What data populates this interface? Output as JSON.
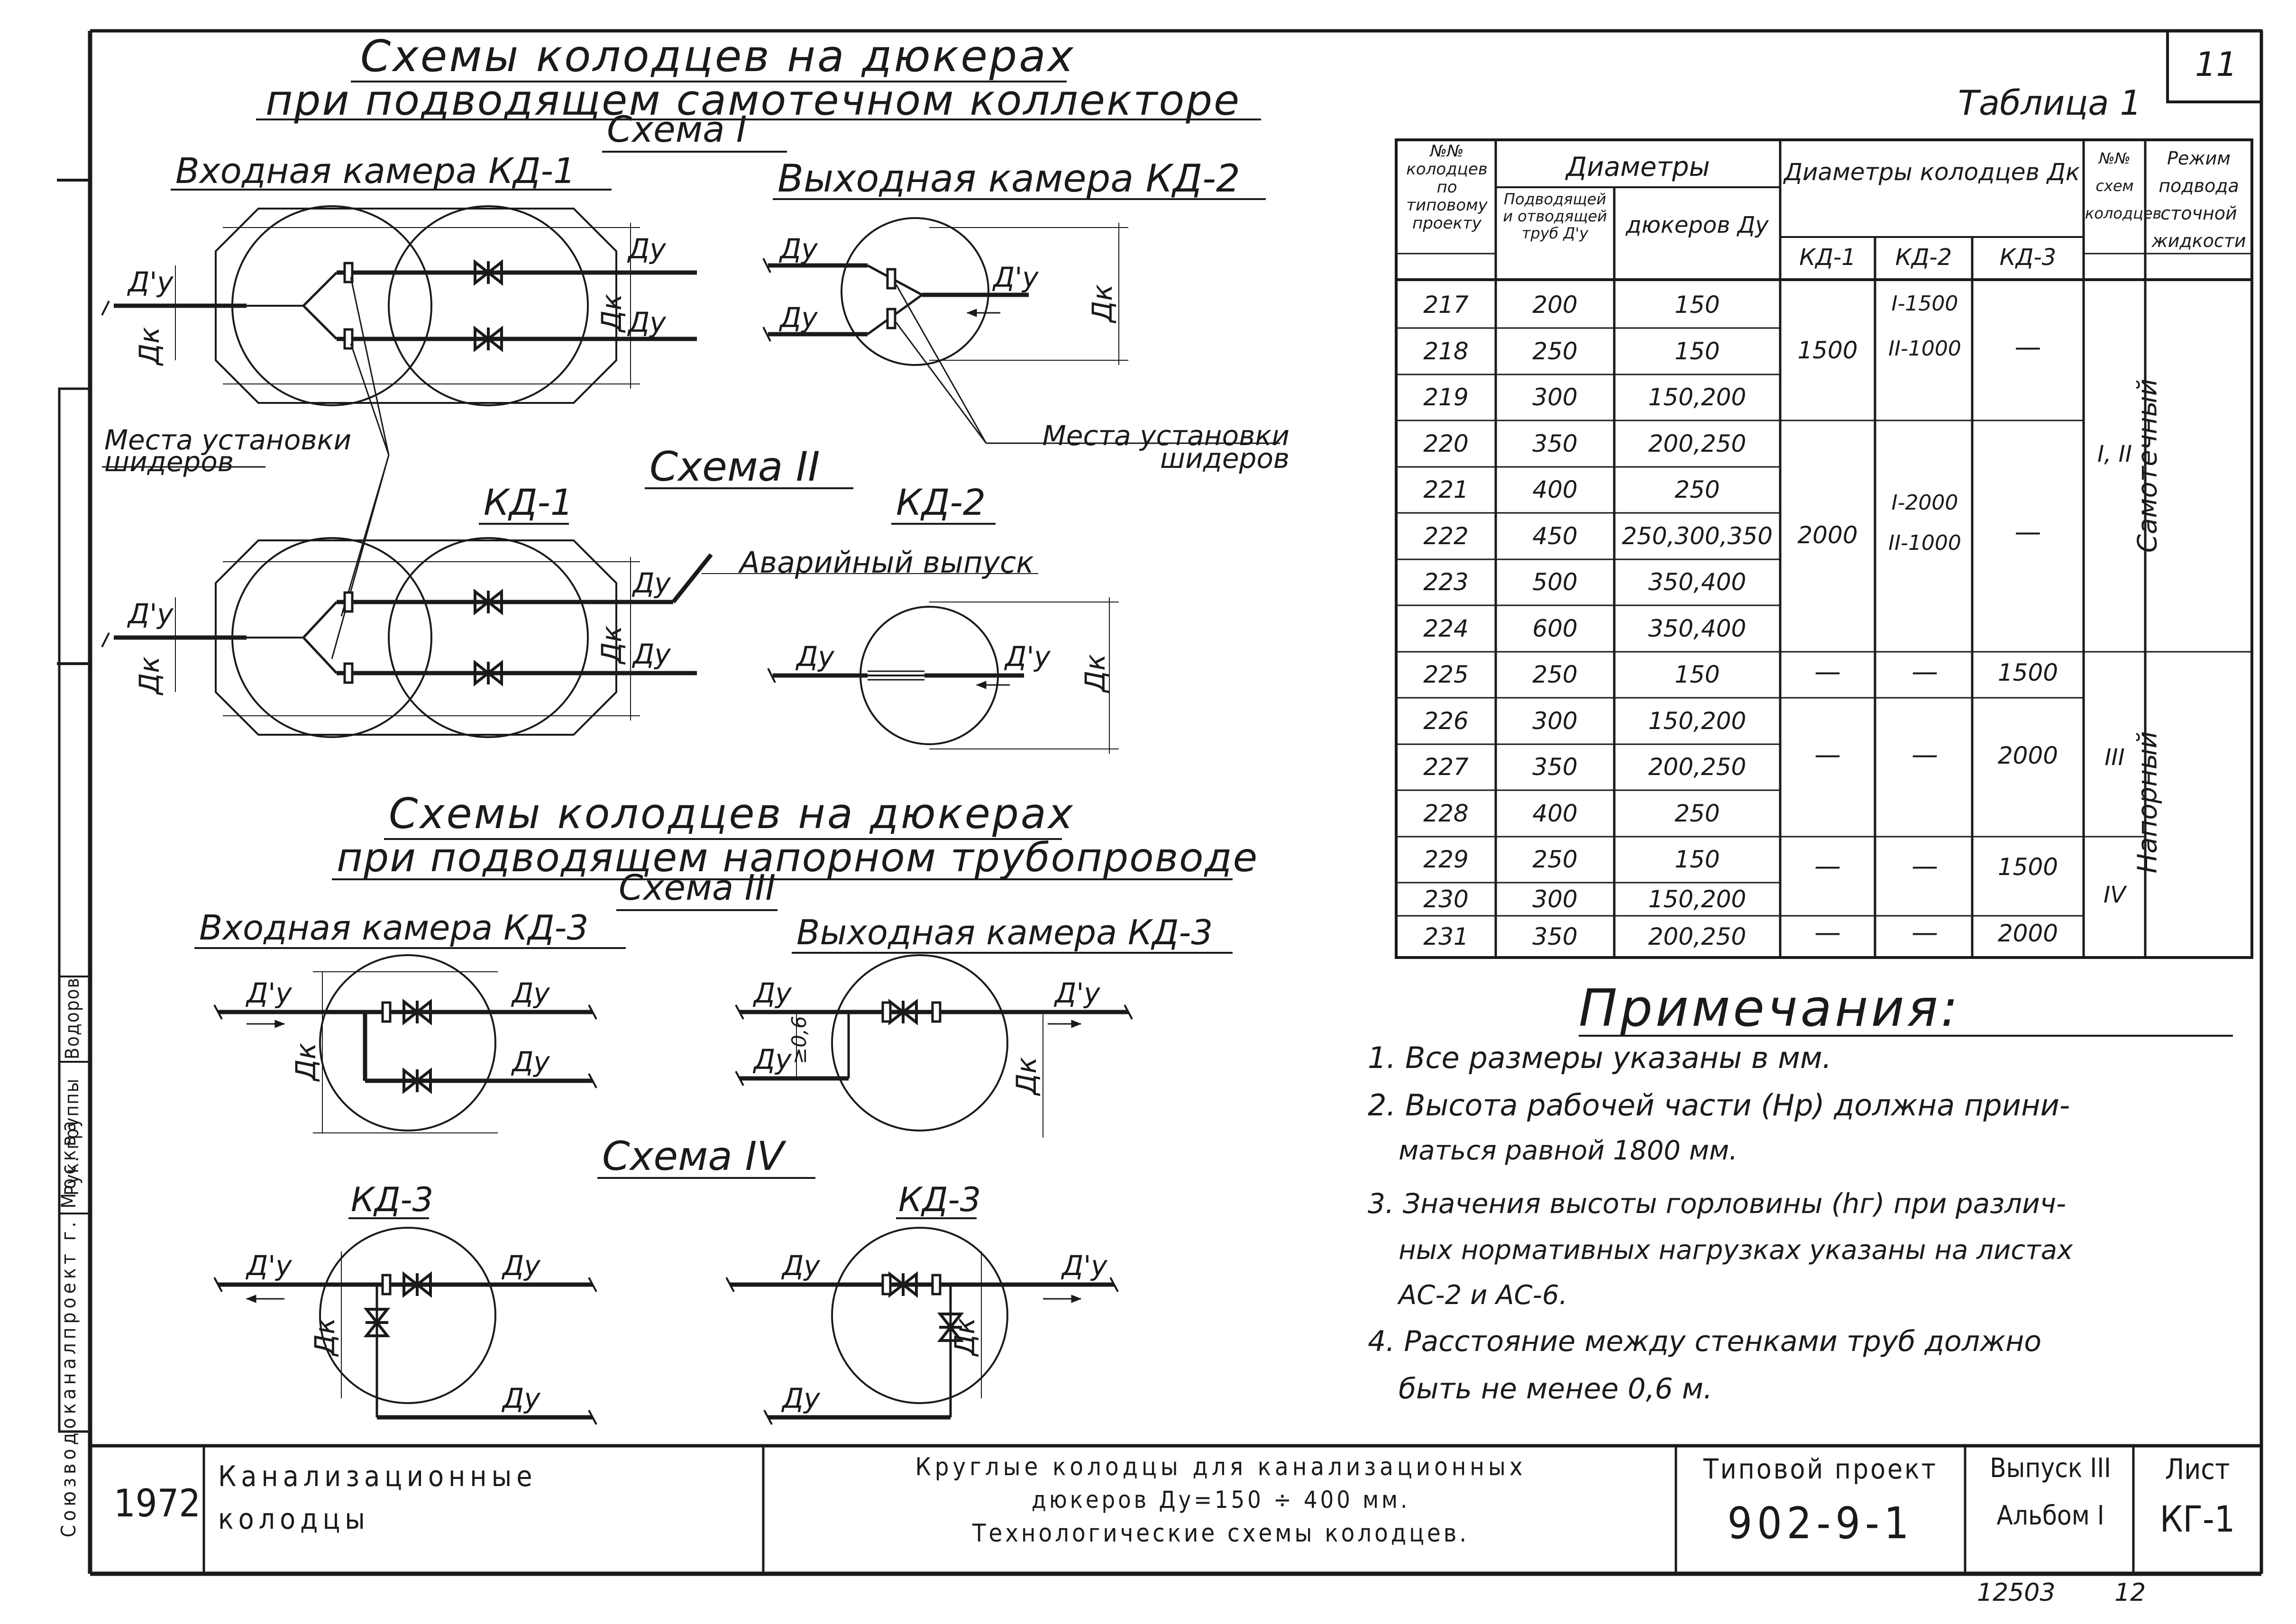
{
  "sheet_number": "11",
  "table_caption": "Таблица 1",
  "schemes": {
    "title1_line1": "Схемы колодцев на дюкерах",
    "title1_line2": "при подводящем самотечном коллекторе",
    "scheme1": "Схема I",
    "inlet_kd1": "Входная камера КД-1",
    "outlet_kd2": "Выходная камера КД-2",
    "gate_places_left": "Места установки шидеров",
    "gate_places_right": "Места установки шидеров",
    "scheme2": "Схема II",
    "kd1": "КД-1",
    "kd2": "КД-2",
    "emergency_outlet": "Аварийный выпуск",
    "title2_line1": "Схемы колодцев на дюкерах",
    "title2_line2": "при подводящем напорном трубопроводе",
    "scheme3": "Схема III",
    "inlet_kd3": "Входная камера КД-3",
    "outlet_kd3": "Выходная камера КД-3",
    "scheme4": "Схема IV",
    "kd3_left": "КД-3",
    "kd3_right": "КД-3",
    "du": "Ду",
    "du_prime": "Д'у",
    "dk": "Дк",
    "dim_06": "≥0,6"
  },
  "table": {
    "headers": {
      "col1": "№№ колодцев по типовому проекту",
      "diameters": "Диаметры",
      "supply": "Подводящей и отводящей труб Д'у",
      "duker": "дюкеров Ду",
      "well_diams": "Диаметры колодцев Дк",
      "kd1": "КД-1",
      "kd2": "КД-2",
      "kd3": "КД-3",
      "schemes": "№№ схем колодцев",
      "regime": "Режим подвода сточной жидкости"
    },
    "rows": [
      {
        "no": "217",
        "dy": "200",
        "du": "150"
      },
      {
        "no": "218",
        "dy": "250",
        "du": "150"
      },
      {
        "no": "219",
        "dy": "300",
        "du": "150,200"
      },
      {
        "no": "220",
        "dy": "350",
        "du": "200,250"
      },
      {
        "no": "221",
        "dy": "400",
        "du": "250"
      },
      {
        "no": "222",
        "dy": "450",
        "du": "250,300,350"
      },
      {
        "no": "223",
        "dy": "500",
        "du": "350,400"
      },
      {
        "no": "224",
        "dy": "600",
        "du": "350,400"
      },
      {
        "no": "225",
        "dy": "250",
        "du": "150"
      },
      {
        "no": "226",
        "dy": "300",
        "du": "150,200"
      },
      {
        "no": "227",
        "dy": "350",
        "du": "200,250"
      },
      {
        "no": "228",
        "dy": "400",
        "du": "250"
      },
      {
        "no": "229",
        "dy": "250",
        "du": "150"
      },
      {
        "no": "230",
        "dy": "300",
        "du": "150,200"
      },
      {
        "no": "231",
        "dy": "350",
        "du": "200,250"
      }
    ],
    "merged": {
      "kd1_a": "1500",
      "kd2_a1": "I-1500",
      "kd2_a2": "II-1000",
      "kd1_b": "2000",
      "kd2_b1": "I-2000",
      "kd2_b2": "II-1000",
      "dash": "—",
      "kd3_225": "1500",
      "kd3_226_228": "2000",
      "kd3_229_230": "1500",
      "kd3_231": "2000",
      "scheme_I_II": "I, II",
      "scheme_III": "III",
      "scheme_IV": "IV",
      "regime_gravity": "Самотечный",
      "regime_pressure": "Напорный"
    }
  },
  "notes": {
    "title": "Примечания:",
    "n1": "1. Все размеры указаны в мм.",
    "n2a": "2. Высота рабочей части (Нр) должна прини-",
    "n2b": "маться равной 1800 мм.",
    "n3a": "3. Значения высоты горловины (hг) при различ-",
    "n3b": "ных нормативных нагрузках указаны на листах",
    "n3c": "АС-2 и АС-6.",
    "n4a": "4. Расстояние между стенками труб должно",
    "n4b": "быть не менее 0,6 м."
  },
  "stamp": {
    "year": "1972",
    "name_line1": "Канализационные",
    "name_line2": "колодцы",
    "title_line1": "Круглые колодцы для канализационных",
    "title_line2": "дюкеров Ду=150 ÷ 400 мм.",
    "title_line3": "Технологические схемы колодцев.",
    "project_label": "Типовой проект",
    "project_no": "902-9-1",
    "issue_label": "Выпуск III",
    "album_label": "Альбом I",
    "sheet_label": "Лист",
    "sheet_code": "КГ-1",
    "side_org": "Союзводоканалпроект г. Москва",
    "side_role": "Рук. группы",
    "side_name": "Водоров"
  },
  "footer": {
    "number": "12503",
    "page": "12"
  },
  "colors": {
    "ink": "#1a1a1a",
    "paper": "#ffffff"
  }
}
